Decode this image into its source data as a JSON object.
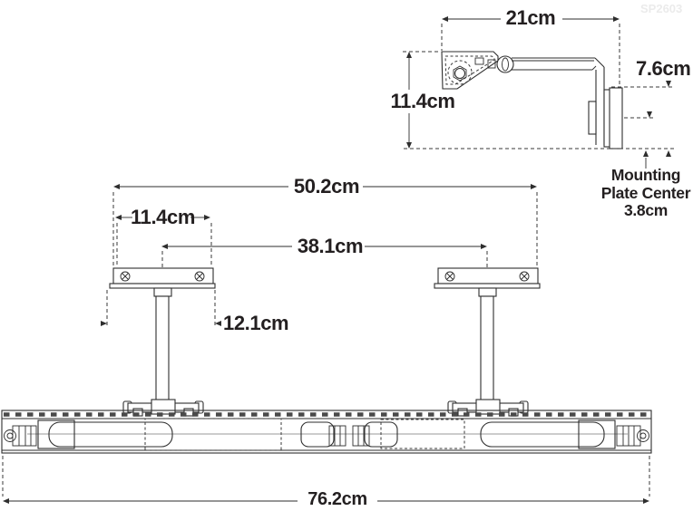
{
  "meta": {
    "watermark": "SP2603"
  },
  "side_view": {
    "arm_length": "21cm",
    "drop_height": "11.4cm",
    "plate_height": "7.6cm",
    "mounting_note": "Mounting\nPlate Center\n3.8cm"
  },
  "plan_view": {
    "outer_span": "50.2cm",
    "backplate_width": "11.4cm",
    "stem_spacing": "38.1cm",
    "flange_width": "12.1cm"
  },
  "front_view": {
    "overall_width": "76.2cm"
  },
  "colors": {
    "line": "#2e2e2e",
    "text": "#231f20",
    "watermark": "#ebebeb",
    "background": "#ffffff"
  }
}
